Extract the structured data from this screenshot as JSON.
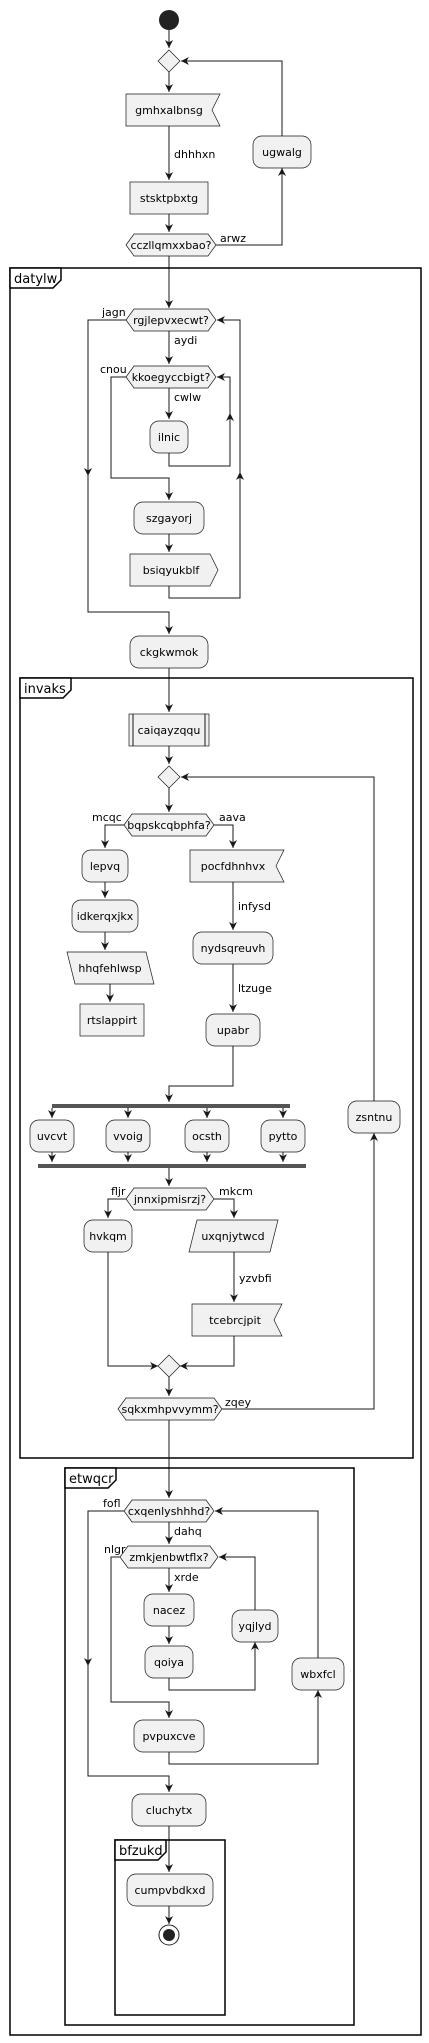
{
  "diagram": {
    "type": "activity",
    "frames": {
      "datylw": "datylw",
      "invaks": "invaks",
      "etwqcr": "etwqcr",
      "bfzukd": "bfzukd"
    },
    "nodes": {
      "gmhxalbnsg": "gmhxalbnsg",
      "stsktpbxtg": "stsktpbxtg",
      "ugwalg": "ugwalg",
      "cczllqmxxbao": "cczllqmxxbao?",
      "rgjlepvxecwt": "rgjlepvxecwt?",
      "kkoegyccbigt": "kkoegyccbigt?",
      "ilnic": "ilnic",
      "szgayorj": "szgayorj",
      "bsiqyukblf": "bsiqyukblf",
      "ckgkwmok": "ckgkwmok",
      "caiqayzqqu": "caiqayzqqu",
      "bqpskcqbphfa": "bqpskcqbphfa?",
      "lepvq": "lepvq",
      "idkerqxjkx": "idkerqxjkx",
      "hhqfehlwsp": "hhqfehlwsp",
      "rtslappirt": "rtslappirt",
      "pocfdhnhvx": "pocfdhnhvx",
      "nydsqreuvh": "nydsqreuvh",
      "upabr": "upabr",
      "uvcvt": "uvcvt",
      "vvoig": "vvoig",
      "ocsth": "ocsth",
      "pytto": "pytto",
      "zsntnu": "zsntnu",
      "jnnxipmisrzj": "jnnxipmisrzj?",
      "hvkqm": "hvkqm",
      "uxqnjytwcd": "uxqnjytwcd",
      "tcebrcjpit": "tcebrcjpit",
      "sqkxmhpvvymm": "sqkxmhpvvymm?",
      "cxqenlyshhhd": "cxqenlyshhhd?",
      "zmkjenbwtflx": "zmkjenbwtflx?",
      "nacez": "nacez",
      "qoiya": "qoiya",
      "yqjlyd": "yqjlyd",
      "wbxfcl": "wbxfcl",
      "pvpuxcve": "pvpuxcve",
      "cluchytx": "cluchytx",
      "cumpvbdkxd": "cumpvbdkxd"
    },
    "edges": {
      "dhhhxn": "dhhhxn",
      "arwz": "arwz",
      "jagn": "jagn",
      "aydi": "aydi",
      "cnou": "cnou",
      "cwlw": "cwlw",
      "mcqc": "mcqc",
      "aava": "aava",
      "infysd": "infysd",
      "ltzuge": "ltzuge",
      "fljr": "fljr",
      "mkcm": "mkcm",
      "yzvbfi": "yzvbfi",
      "zqey": "zqey",
      "fofl": "fofl",
      "dahq": "dahq",
      "nlgr": "nlgr",
      "xrde": "xrde"
    }
  }
}
